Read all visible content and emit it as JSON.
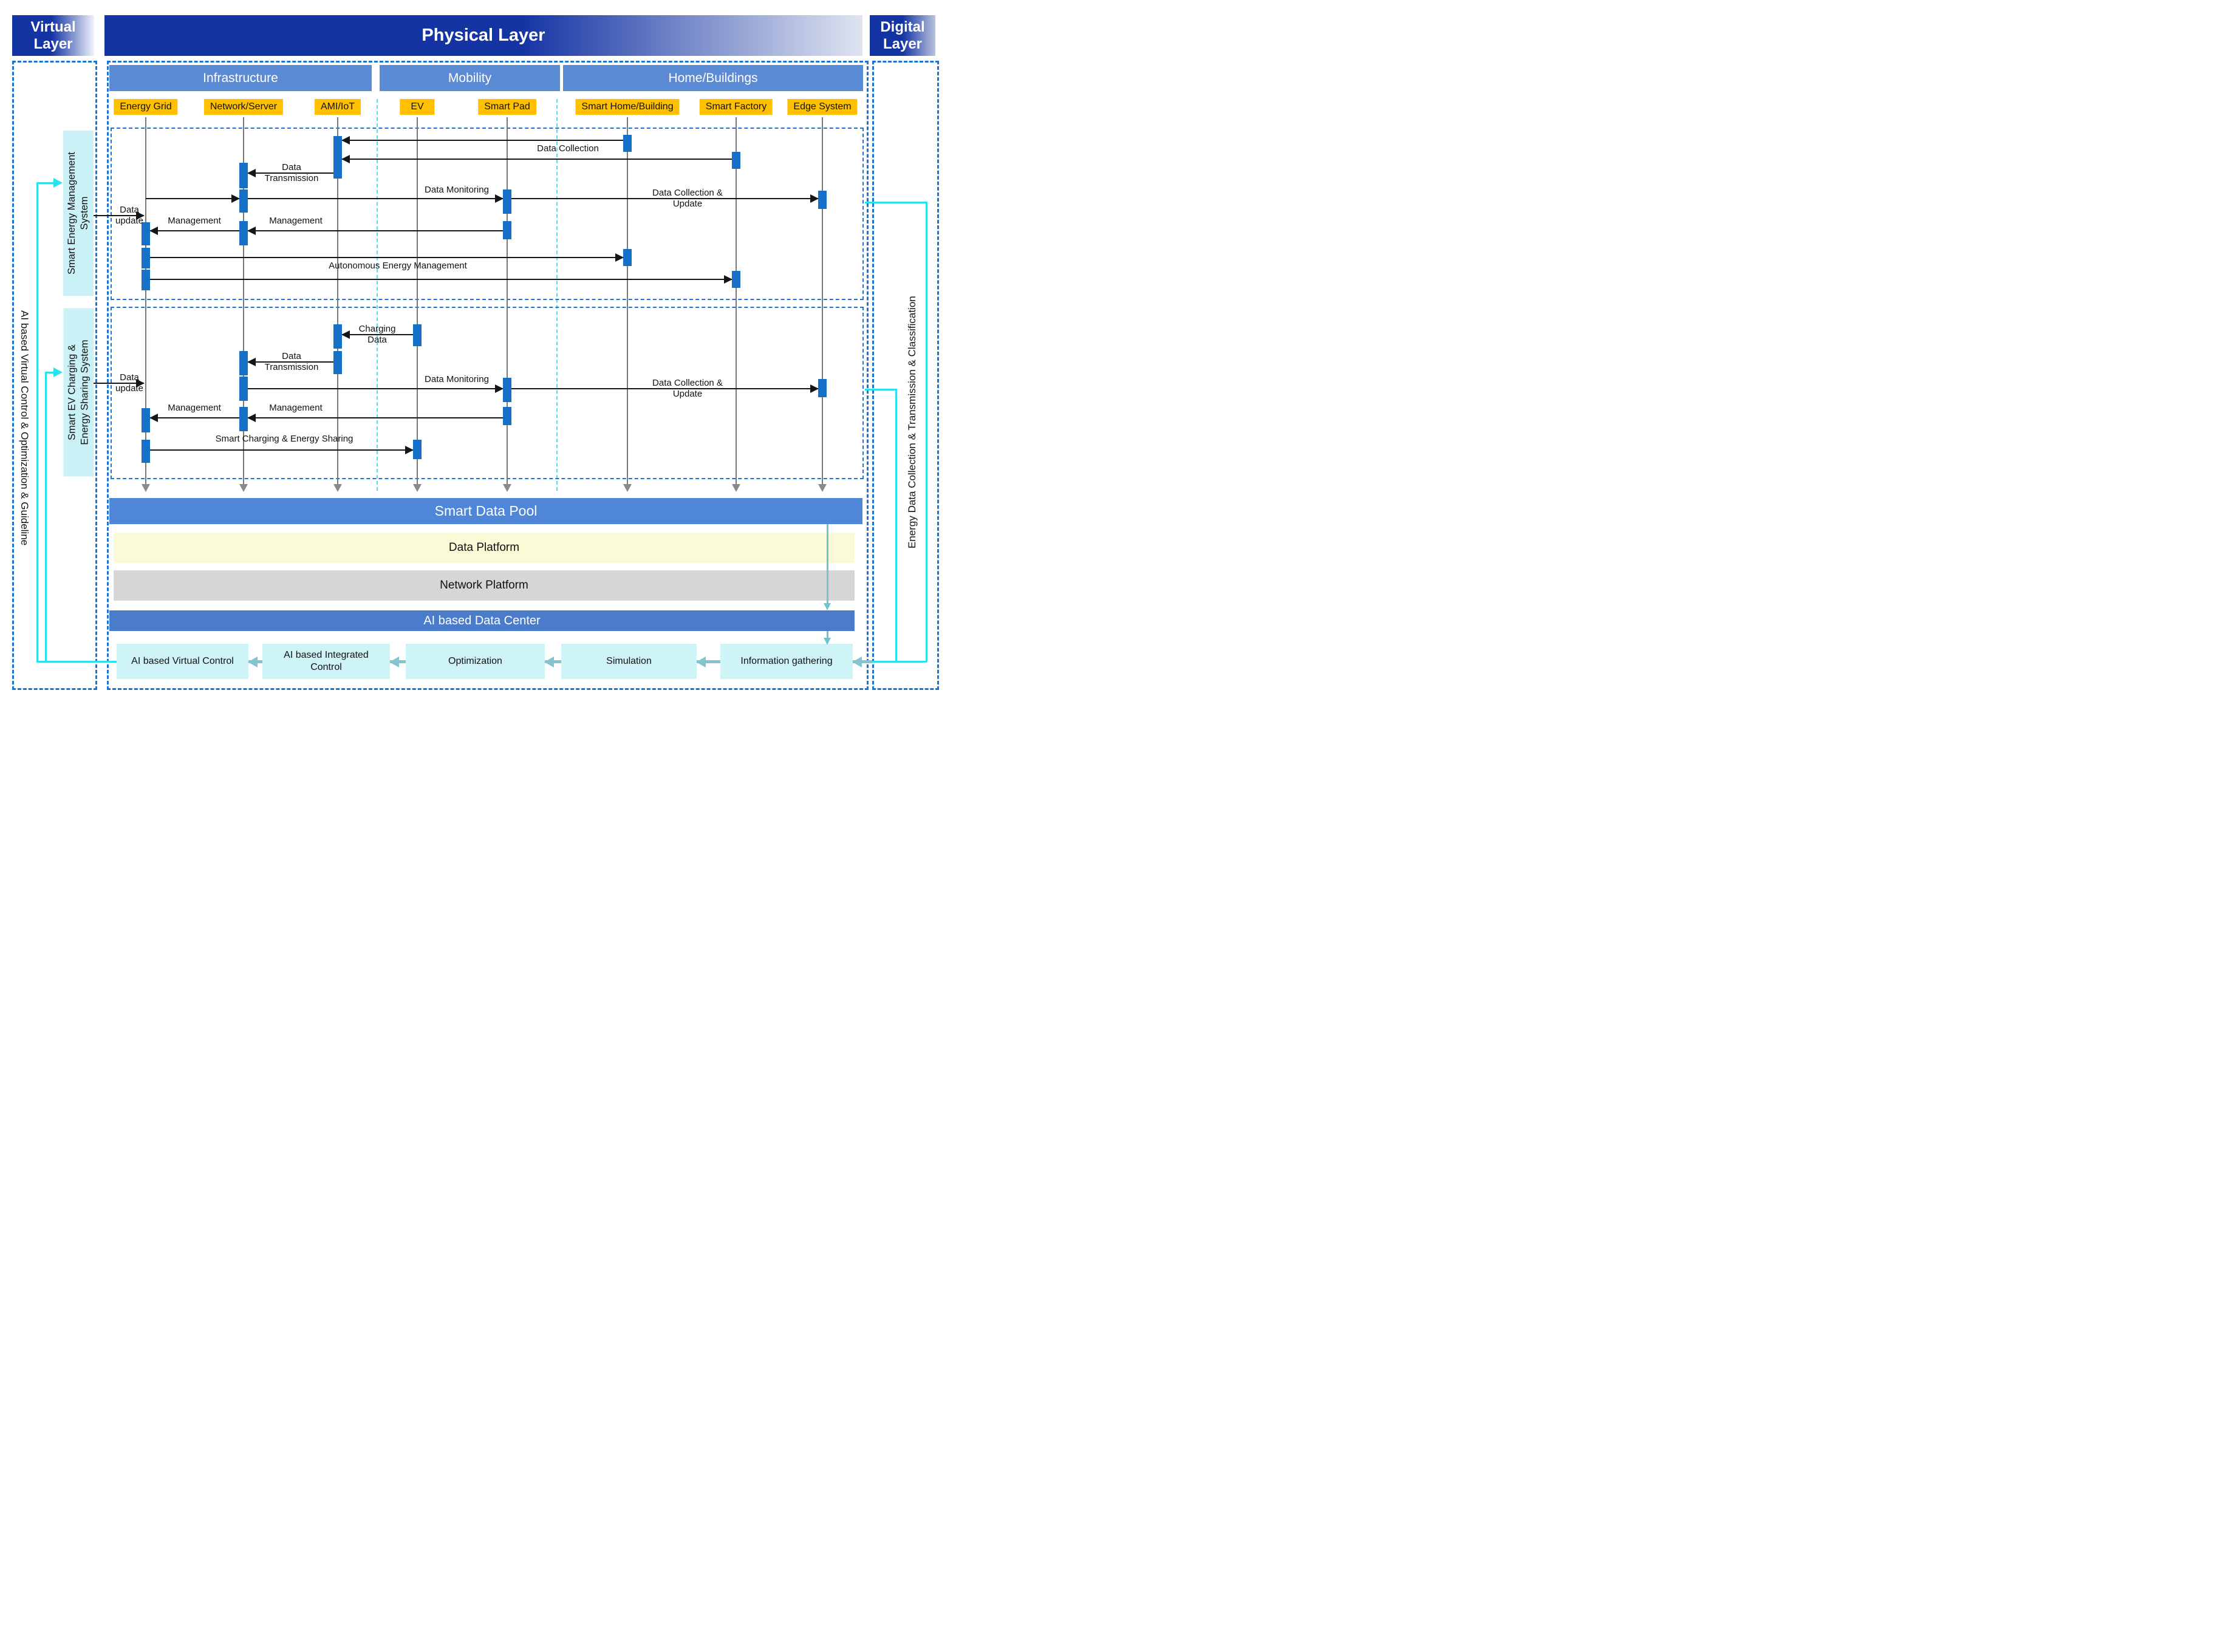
{
  "layers": {
    "virtual": "Virtual Layer",
    "physical": "Physical Layer",
    "digital": "Digital Layer"
  },
  "sections": [
    {
      "label": "Infrastructure"
    },
    {
      "label": "Mobility"
    },
    {
      "label": "Home/Buildings"
    }
  ],
  "entities": [
    {
      "label": "Energy Grid"
    },
    {
      "label": "Network/Server"
    },
    {
      "label": "AMI/IoT"
    },
    {
      "label": "EV"
    },
    {
      "label": "Smart Pad"
    },
    {
      "label": "Smart Home/Building"
    },
    {
      "label": "Smart Factory"
    },
    {
      "label": "Edge System"
    }
  ],
  "side_labels": {
    "left_outer": "AI based Virtual Control & Optimization & Guideline",
    "right_outer": "Energy Data Collection & Transmission & Classification",
    "block1_line1": "Smart Energy Management",
    "block1_line2": "System",
    "block2_line1": "Smart EV Charging &",
    "block2_line2": "Energy Sharing System"
  },
  "block1": {
    "data_collection": "Data Collection",
    "data_transmission": "Data Transmission",
    "data_update": "Data update",
    "data_monitoring": "Data Monitoring",
    "data_collection_update": "Data Collection & Update",
    "management_1": "Management",
    "management_2": "Management",
    "autonomous": "Autonomous Energy Management"
  },
  "block2": {
    "charging_data": "Charging Data",
    "data_transmission": "Data Transmission",
    "data_update": "Data update",
    "data_monitoring": "Data Monitoring",
    "data_collection_update": "Data Collection & Update",
    "management_1": "Management",
    "management_2": "Management",
    "smart_charging": "Smart Charging & Energy Sharing"
  },
  "platforms": {
    "pool": "Smart Data Pool",
    "data": "Data Platform",
    "network": "Network Platform",
    "datacenter": "AI based Data Center"
  },
  "processes": [
    {
      "label": "AI based Virtual Control"
    },
    {
      "label": "AI based Integrated Control"
    },
    {
      "label": "Optimization"
    },
    {
      "label": "Simulation"
    },
    {
      "label": "Information gathering"
    }
  ],
  "colors": {
    "header_dark_blue": "#1434A4",
    "section_blue": "#5B8BD5",
    "entity_gold": "#FFC000",
    "activation_blue": "#1570C8",
    "dashed_border_blue": "#1B74D1",
    "cyan_divider": "#53DBEE",
    "system_label_cyan": "#C9F1F6",
    "process_cyan": "#CFF4F8",
    "teal_arrow": "#84C4CF",
    "feedback_cyan": "#29E2EC",
    "pool_blue": "#4F86D8",
    "platform_yellow": "#FAFAD6",
    "platform_gray": "#D6D6D6",
    "datacenter_blue": "#4A7CCB",
    "lifeline_gray": "#787878"
  }
}
